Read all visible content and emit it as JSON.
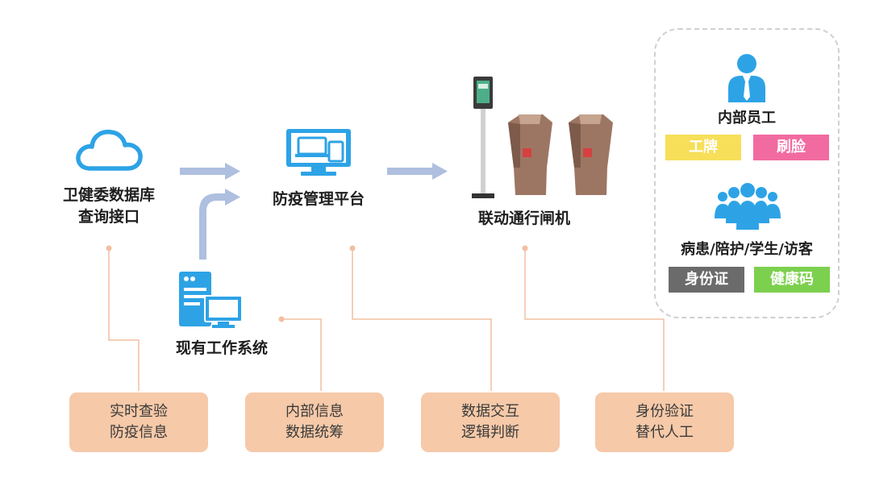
{
  "nodes": {
    "wjw": {
      "line1": "卫健委数据库",
      "line2": "查询接口"
    },
    "platform": {
      "label": "防疫管理平台"
    },
    "gate": {
      "label": "联动通行闸机"
    },
    "existing": {
      "label": "现有工作系统"
    }
  },
  "bottom_boxes": [
    {
      "line1": "实时查验",
      "line2": "防疫信息"
    },
    {
      "line1": "内部信息",
      "line2": "数据统筹"
    },
    {
      "line1": "数据交互",
      "line2": "逻辑判断"
    },
    {
      "line1": "身份验证",
      "line2": "替代人工"
    }
  ],
  "users": {
    "staff": {
      "title": "内部员工",
      "badges": [
        "工牌",
        "刷脸"
      ]
    },
    "visitors": {
      "title": "病患/陪护/学生/访客",
      "badges": [
        "身份证",
        "健康码"
      ]
    }
  },
  "colors": {
    "icon_blue": "#2da3e6",
    "arrow": "#aebfdf",
    "connector": "#f2bfa0",
    "box_fill": "#f6c9a8",
    "badge_yellow": "#f7df5a",
    "badge_pink": "#f26ba0",
    "badge_gray": "#6b6b6b",
    "badge_green": "#7cd04e"
  }
}
